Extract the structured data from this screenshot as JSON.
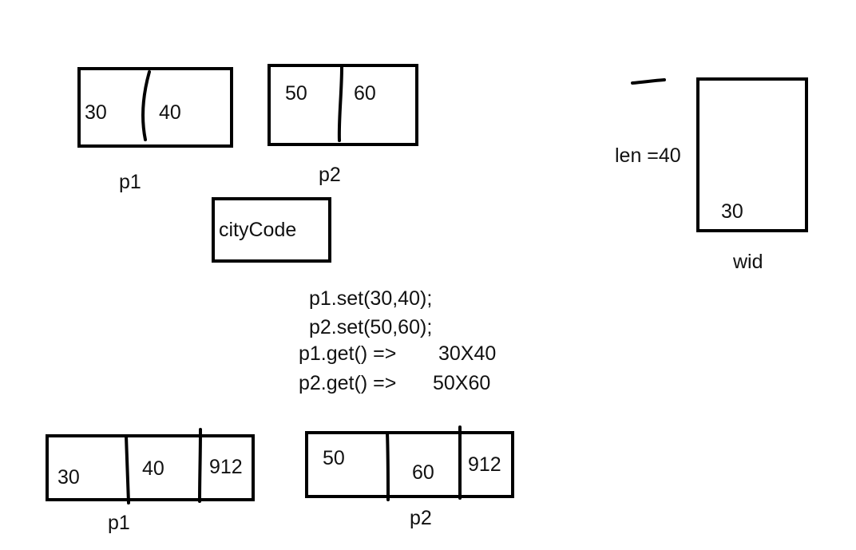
{
  "top": {
    "p1": {
      "left": "30",
      "right": "40",
      "label": "p1"
    },
    "p2": {
      "left": "50",
      "right": "60",
      "label": "p2"
    }
  },
  "city_code": "cityCode",
  "rect": {
    "side_label": "len =40",
    "inner_value": "30",
    "bottom_label": "wid"
  },
  "code_lines": [
    "p1.set(30,40);",
    "p2.set(50,60);",
    "p1.get() =>",
    "p2.get() =>"
  ],
  "code_results": [
    "30X40",
    "50X60"
  ],
  "bottom": {
    "p1": {
      "a": "30",
      "b": "40",
      "c": "912",
      "label": "p1"
    },
    "p2": {
      "a": "50",
      "b": "60",
      "c": "912",
      "label": "p2"
    }
  }
}
